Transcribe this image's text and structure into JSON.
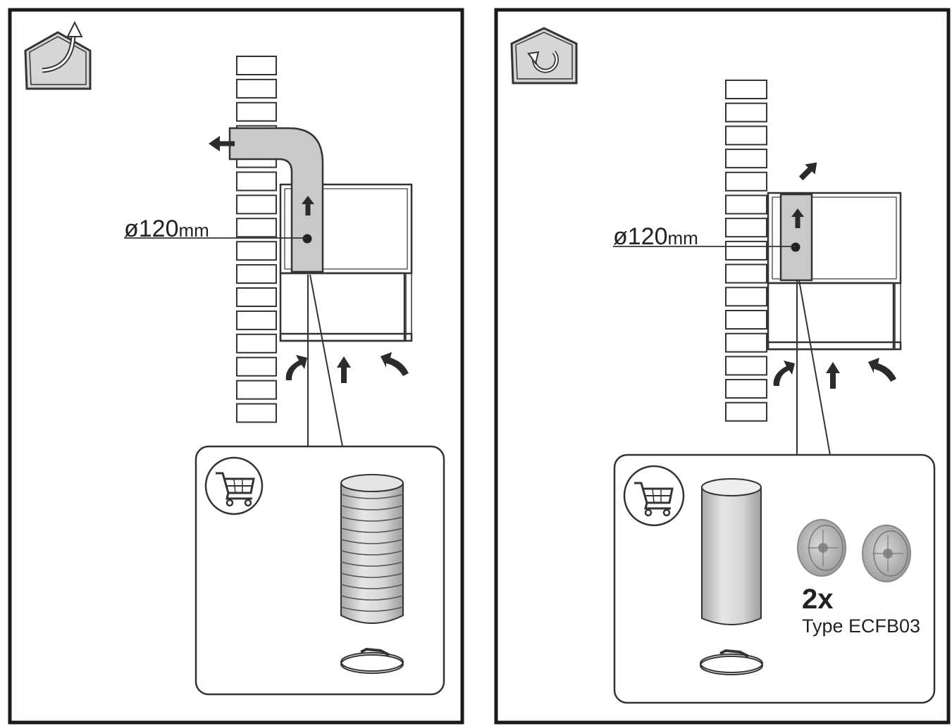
{
  "panels": [
    {
      "mode_icon": "house-ducted-outlet-icon",
      "diameter_number": "ø120",
      "diameter_unit": "mm",
      "accessory_icon": "shopping-cart-icon",
      "accessories": [
        "flexible-duct",
        "hose-clamp"
      ]
    },
    {
      "mode_icon": "house-recirculation-icon",
      "diameter_number": "ø120",
      "diameter_unit": "mm",
      "accessory_icon": "shopping-cart-icon",
      "accessories": [
        "rigid-duct",
        "carbon-filter",
        "hose-clamp"
      ],
      "filter_qty": "2x",
      "filter_type": "Type ECFB03"
    }
  ],
  "colors": {
    "stroke": "#2b2b2b",
    "duct_fill": "#c9c9c9",
    "duct_light": "#e2e2e2"
  }
}
